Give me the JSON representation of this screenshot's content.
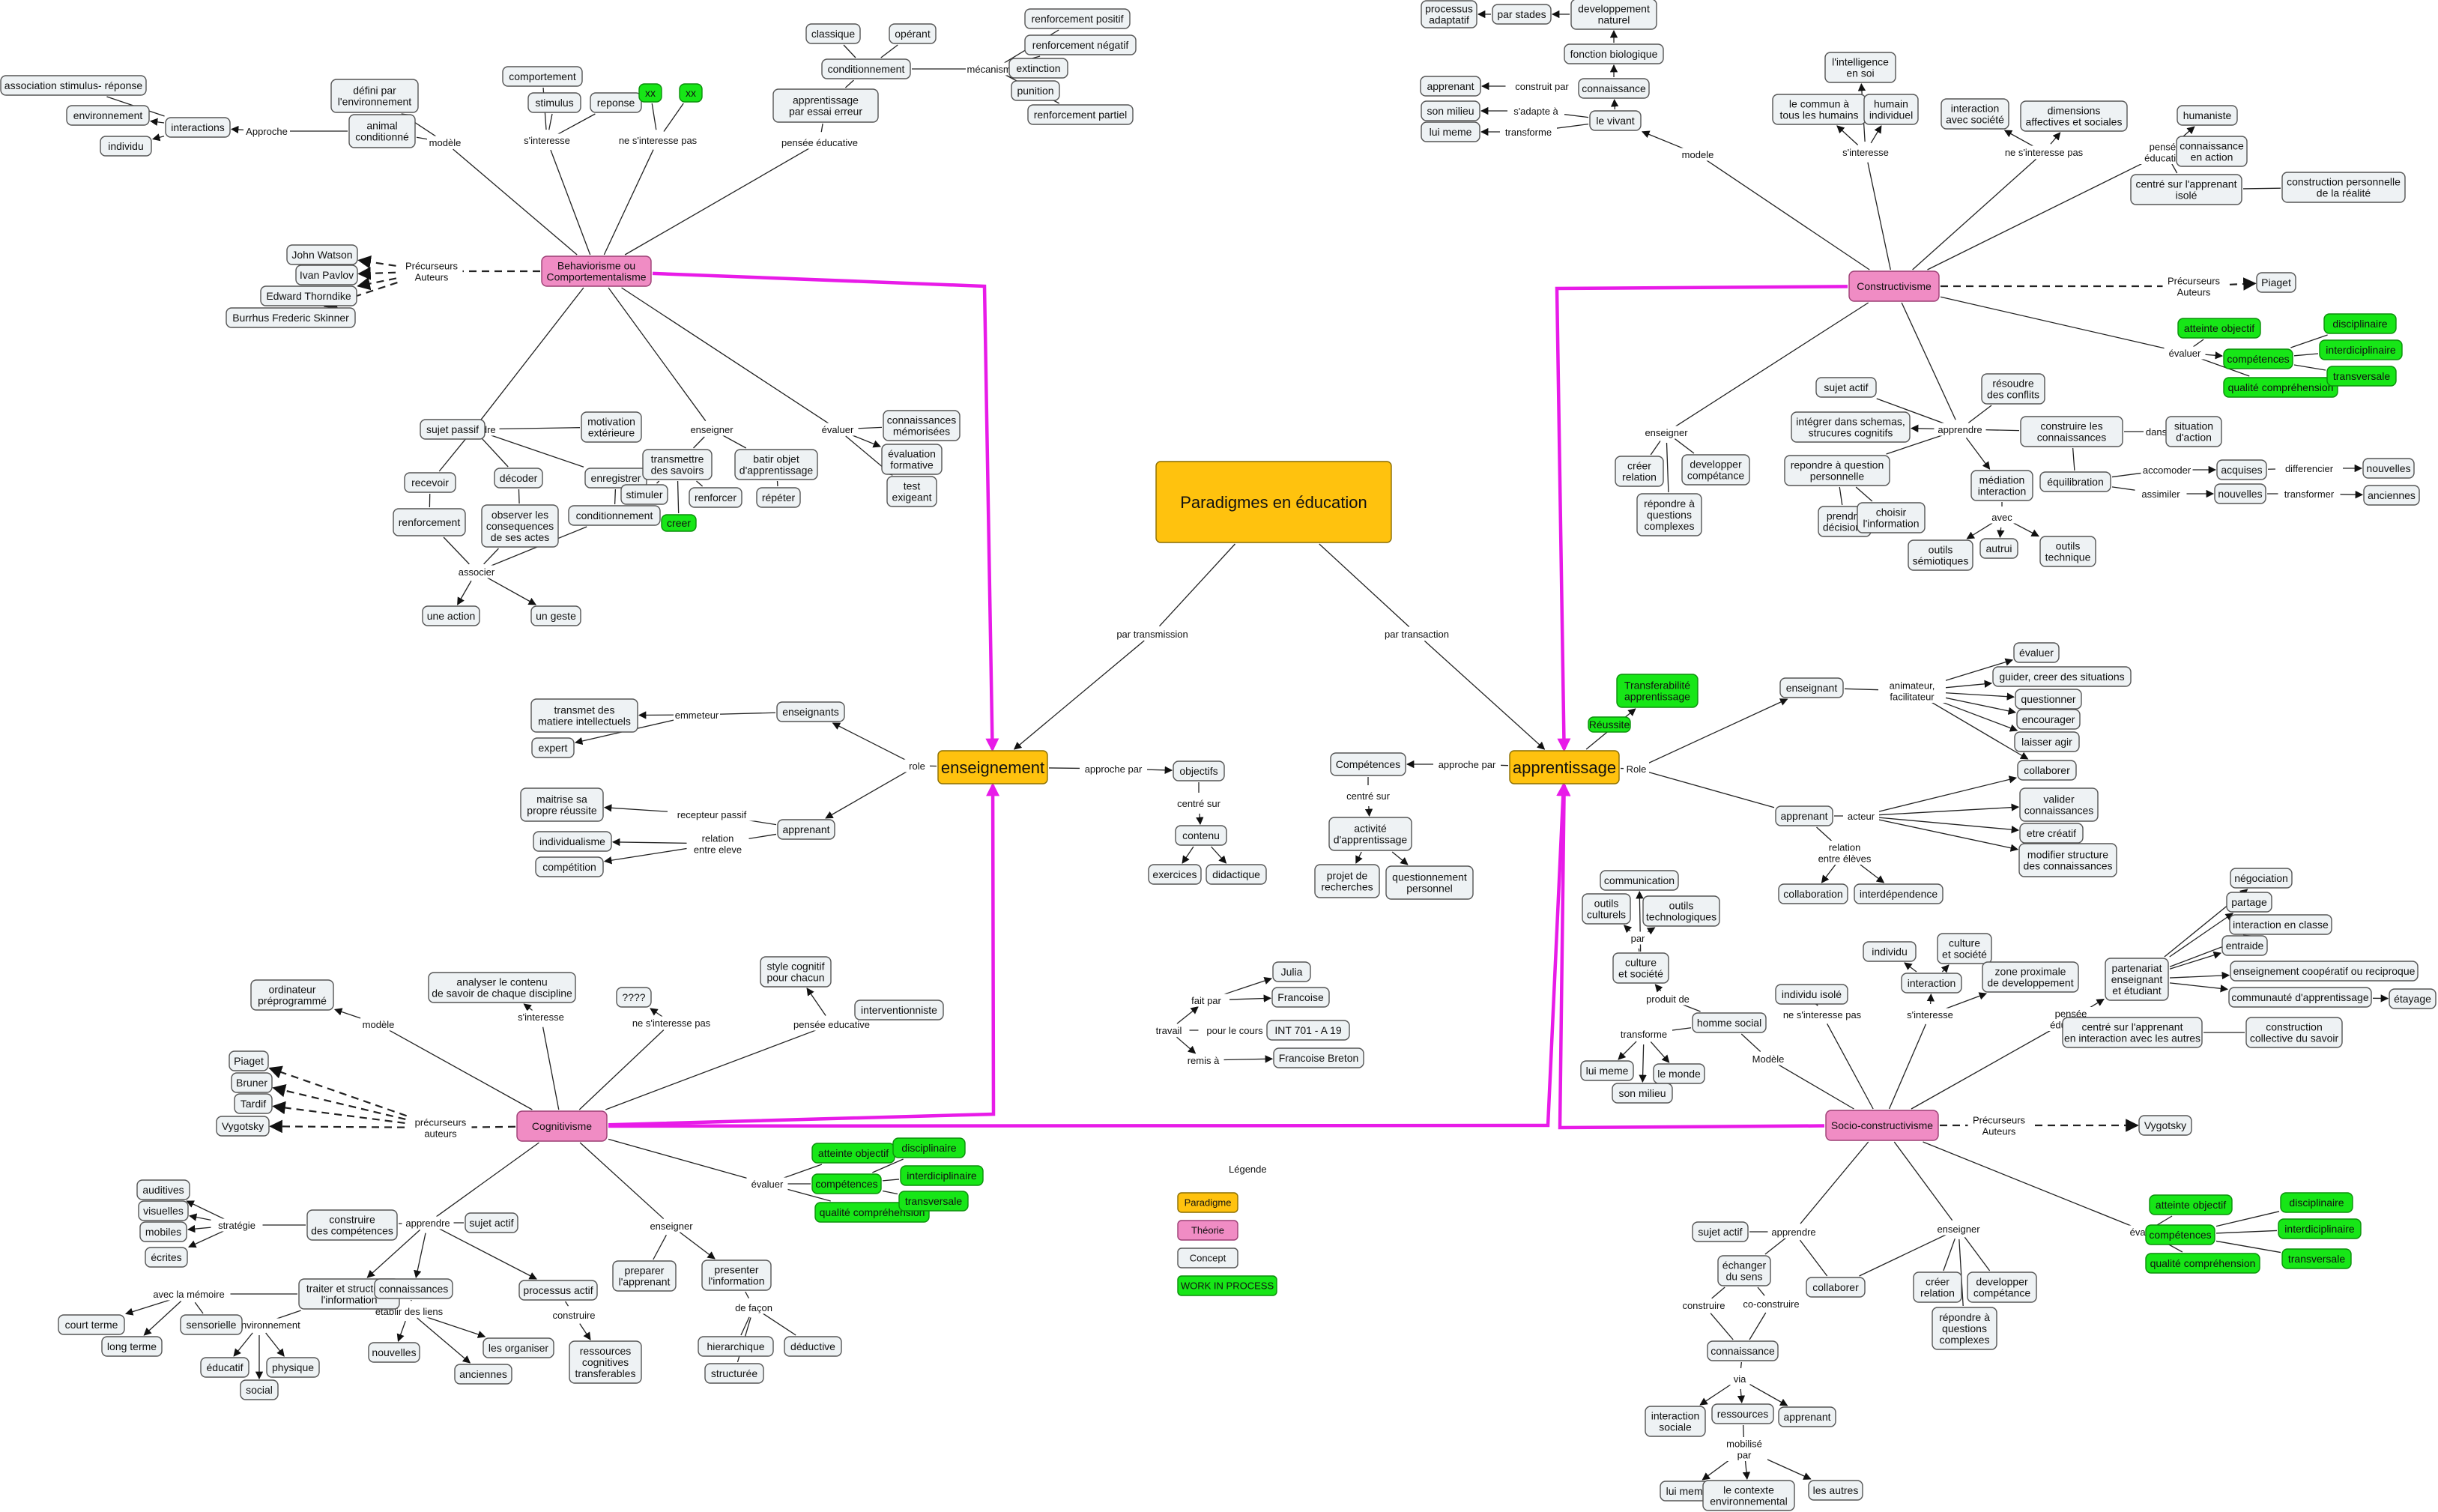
{
  "title": "Paradigmes en éducation",
  "colors": {
    "paradigme": "#ffc20e",
    "theorie": "#f08cc4",
    "concept": "#eef2f4",
    "wip": "#17e617",
    "highlight": "#e81be8"
  },
  "legend": {
    "heading": "Légende",
    "items": [
      "Paradigme",
      "Théorie",
      "Concept",
      "WORK IN PROCESS"
    ]
  },
  "nodes": {
    "root": "Paradigmes en éducation",
    "enseignement": "enseignement",
    "apprentissage": "apprentissage",
    "beh": "Behaviorisme ou\nComportementalisme",
    "cog": "Cognitivisme",
    "cons": "Constructivisme",
    "soc": "Socio-constructivisme",
    "e_enseignants": "enseignants",
    "e_transmet": "transmet des\nmatiere intellectuels",
    "e_expert": "expert",
    "e_apprenant": "apprenant",
    "e_maitrise": "maitrise sa\npropre réussite",
    "e_individualisme": "individualisme",
    "e_competition": "compétition",
    "e_objectifs": "objectifs",
    "e_contenu": "contenu",
    "e_exercices": "exercices",
    "e_didactique": "didactique",
    "a_competences": "Compétences",
    "a_activite": "activité\nd'apprentissage",
    "a_projet": "projet de\nrecherches",
    "a_questionnement": "questionnement\npersonnel",
    "a_transfer": "Transferabilité\napprentissage",
    "a_reussite": "Réussite",
    "a_enseignant": "enseignant",
    "a_evaluer": "évaluer",
    "a_guider": "guider, creer des situations",
    "a_questionner": "questionner",
    "a_encourager": "encourager",
    "a_laisser": "laisser agir",
    "a_collaborer": "collaborer",
    "a_apprenant": "apprenant",
    "a_valider": "valider\nconnaissances",
    "a_creatif": "etre créatif",
    "a_modifier": "modifier structure\ndes connaissances",
    "a_collaboration": "collaboration",
    "a_interdependence": "interdépendence",
    "t_julia": "Julia",
    "t_francoise": "Francoise",
    "t_int": "INT 701 - A 19",
    "t_breton": "Francoise Breton",
    "b_watson": "John Watson",
    "b_pavlov": "Ivan Pavlov",
    "b_thorndike": "Edward Thorndike",
    "b_skinner": "Burrhus Frederic Skinner",
    "b_assoc": "association stimulus- réponse",
    "b_env": "environnement",
    "b_individu": "individu",
    "b_interactions": "interactions",
    "b_defini": "défini par\nl'environnement",
    "b_animal": "animal\nconditionné",
    "b_comportement": "comportement",
    "b_stimulus": "stimulus",
    "b_reponse": "reponse",
    "b_xx1": "xx",
    "b_xx2": "xx",
    "b_classique": "classique",
    "b_operant": "opérant",
    "b_conditionnement": "conditionnement",
    "b_renf_pos": "renforcement positif",
    "b_renf_neg": "renforcement négatif",
    "b_extinction": "extinction",
    "b_punition": "punition",
    "b_renf_part": "renforcement partiel",
    "b_essai": "apprentissage\npar essai erreur",
    "b_sujet": "sujet passif",
    "b_motivation": "motivation\nextérieure",
    "b_recevoir": "recevoir",
    "b_decoder": "décoder",
    "b_enregistrer": "enregistrer",
    "b_renforcement": "renforcement",
    "b_observer": "observer les\nconsequences\nde ses actes",
    "b_cond2": "conditionnement",
    "b_action": "une action",
    "b_geste": "un geste",
    "b_transmettre": "transmettre\ndes savoirs",
    "b_batir": "batir objet\nd'apprentissage",
    "b_stimuler": "stimuler",
    "b_creer": "creer",
    "b_renforcer": "renforcer",
    "b_repeter": "répéter",
    "b_connaissances_mem": "connaissances\nmémorisées",
    "b_eval_form": "évaluation\nformative",
    "b_test": "test\nexigeant",
    "c_ordinateur": "ordinateur\npréprogrammé",
    "c_analyser": "analyser le contenu\nde savoir de chaque discipline",
    "c_q": "????",
    "c_style": "style cognitif\npour chacun",
    "c_interventionniste": "interventionniste",
    "c_piaget": "Piaget",
    "c_bruner": "Bruner",
    "c_tardif": "Tardif",
    "c_vygotsky": "Vygotsky",
    "c_auditives": "auditives",
    "c_visuelles": "visuelles",
    "c_mobiles": "mobiles",
    "c_ecrites": "écrites",
    "c_construire": "construire\ndes compétences",
    "c_sujet": "sujet actif",
    "c_traiter": "traiter et structurer\nl'information",
    "c_connaissances": "connaissances",
    "c_processus": "processus actif",
    "c_court": "court terme",
    "c_sensorielle": "sensorielle",
    "c_long": "long terme",
    "c_educatif": "éducatif",
    "c_physique": "physique",
    "c_social": "social",
    "c_nouvelles": "nouvelles",
    "c_anciennes": "anciennes",
    "c_organiser": "les organiser",
    "c_ressources": "ressources\ncognitives\ntransferables",
    "c_preparer": "preparer\nl'apprenant",
    "c_presenter": "presenter\nl'information",
    "c_hierarchique": "hierarchique",
    "c_deductive": "déductive",
    "c_structuree": "structurée",
    "c_atteinte": "atteinte objectif",
    "c_competences": "compétences",
    "c_qualite": "qualité compréhension",
    "c_disciplinaire": "disciplinaire",
    "c_interdisciplinaire": "interdiciplinaire",
    "c_transversale": "transversale",
    "k_processus": "processus\nadaptatif",
    "k_stades": "par stades",
    "k_developpement": "developpement\nnaturel",
    "k_fonction": "fonction biologique",
    "k_connaissance": "connaissance",
    "k_apprenant": "apprenant",
    "k_milieu": "son milieu",
    "k_luimeme": "lui meme",
    "k_vivant": "le vivant",
    "k_intelligence": "l'intelligence\nen soi",
    "k_commun": "le commun à\ntous les humains",
    "k_humain": "humain\nindividuel",
    "k_interaction": "interaction\navec société",
    "k_dimensions": "dimensions\naffectives et sociales",
    "k_humaniste": "humaniste",
    "k_connaissance_action": "connaissance\nen action",
    "k_centre": "centré sur l'apprenant\nisolé",
    "k_construction": "construction personnelle\nde la réalité",
    "k_piaget": "Piaget",
    "k_atteinte": "atteinte objectif",
    "k_competences": "compétences",
    "k_qualite": "qualité compréhension",
    "k_disciplinaire": "disciplinaire",
    "k_interdisciplinaire": "interdiciplinaire",
    "k_transversale": "transversale",
    "k_sujet": "sujet actif",
    "k_integrer": "intégrer dans schemas,\nstrucures cognitifs",
    "k_resoudre": "résoudre\ndes conflits",
    "k_construire": "construire les\nconnaissances",
    "k_situation": "situation\nd'action",
    "k_repondre": "repondre à question\npersonnelle",
    "k_mediation": "médiation\ninteraction",
    "k_equilibration": "équilibration",
    "k_acquises": "acquises",
    "k_nouvelles": "nouvelles",
    "k_nouvelles2": "nouvelles",
    "k_anciennes": "anciennes",
    "k_prendre": "prendre\ndécisions",
    "k_choisir": "choisir\nl'information",
    "k_outils_sem": "outils\nsémiotiques",
    "k_autrui": "autrui",
    "k_outils_tech": "outils\ntechnique",
    "k_creer": "créer\nrelation",
    "k_developper": "developper\ncompétance",
    "k_repondre2": "répondre à\nquestions\ncomplexes",
    "s_communication": "communication",
    "s_outils_cult": "outils\nculturels",
    "s_outils_tech": "outils\ntechnologiques",
    "s_culture": "culture\net société",
    "s_homme": "homme social",
    "s_luimeme": "lui meme",
    "s_monde": "le monde",
    "s_milieu": "son milieu",
    "s_isole": "individu isolé",
    "s_individu": "individu",
    "s_culture2": "culture\net société",
    "s_interaction": "interaction",
    "s_zone": "zone proximale\nde developpement",
    "s_partenariat": "partenariat\nenseignant\net étudiant",
    "s_negociation": "négociation",
    "s_partage": "partage",
    "s_inter_classe": "interaction en classe",
    "s_entraide": "entraide",
    "s_enseignement_coop": "enseignement coopératif ou reciproque",
    "s_communaute": "communauté d'apprentissage",
    "s_etayage": "étayage",
    "s_centre": "centré sur l'apprenant\nen interaction avec les autres",
    "s_construction": "construction\ncollective du savoir",
    "s_vygotsky": "Vygotsky",
    "s_sujet": "sujet actif",
    "s_echanger": "échanger\ndu sens",
    "s_collaborer": "collaborer",
    "s_creer": "créer\nrelation",
    "s_developper": "developper\ncompétance",
    "s_repondre": "répondre à\nquestions\ncomplexes",
    "s_connaissance": "connaissance",
    "s_inter_sociale": "interaction\nsociale",
    "s_ressources": "ressources",
    "s_apprenant": "apprenant",
    "s_luimeme2": "lui meme",
    "s_contexte": "le contexte\nenvironnemental",
    "s_autres": "les autres",
    "s_atteinte": "atteinte objectif",
    "s_competences": "compétences",
    "s_qualite": "qualité compréhension",
    "s_disciplinaire": "disciplinaire",
    "s_interdisciplinaire": "interdiciplinaire",
    "s_transversale": "transversale"
  },
  "labels": {
    "par_transmission": "par transmission",
    "par_transaction": "par transaction",
    "role_e": "role",
    "emmeteur": "emmeteur",
    "recepteur": "recepteur passif",
    "relation_eleve": "relation\nentre eleve",
    "approche_e": "approche par",
    "centre_e": "centré sur",
    "approche_a": "approche par",
    "centre_a": "centré sur",
    "role_a": "Role",
    "animateur": "animateur,\nfacilitateur",
    "acteur": "acteur",
    "relation_eleves": "relation\nentre élèves",
    "travail": "travail",
    "fait_par": "fait par",
    "pour_cours": "pour le cours",
    "remis_a": "remis à",
    "b_precurseurs": "Précurseurs\nAuteurs",
    "b_approche": "Approche",
    "b_modele": "modèle",
    "b_interesse": "s'interesse",
    "b_ne_interesse": "ne s'interesse pas",
    "b_mecanismes": "mécanismes",
    "b_pensee": "pensée éducative",
    "b_apprendre": "apprendre",
    "b_associer": "associer",
    "b_enseigner": "enseigner",
    "b_evaluer": "évaluer",
    "c_modele": "modèle",
    "c_interesse": "s'interesse",
    "c_ne_interesse": "ne s'interesse pas",
    "c_pensee": "pensée educative",
    "c_precurseurs": "précurseurs\nauteurs",
    "c_strategie": "stratégie",
    "c_apprendre": "apprendre",
    "c_memoire": "avec la mémoire",
    "c_environnement": "de l'environnement",
    "c_etablir": "établir des liens",
    "c_construire": "construire",
    "c_enseigner": "enseigner",
    "c_facon": "de façon",
    "c_evaluer": "évaluer",
    "k_construit": "construit par",
    "k_adapte": "s'adapte à",
    "k_transforme": "transforme",
    "k_modele": "modele",
    "k_interesse": "s'interesse",
    "k_ne_interesse": "ne s'interesse pas",
    "k_pensee": "pensée\néducative",
    "k_precurseurs": "Précurseurs\nAuteurs",
    "k_evaluer": "évaluer",
    "k_enseigner": "enseigner",
    "k_apprendre": "apprendre",
    "k_dans": "dans",
    "k_accomoder": "accomoder",
    "k_assimiler": "assimiler",
    "k_differencier": "differencier",
    "k_transformer": "transformer",
    "k_avec": "avec",
    "s_par": "par",
    "s_produit": "produit de",
    "s_transforme": "transforme",
    "s_modele": "Modèle",
    "s_ne_interesse": "ne s'interesse pas",
    "s_interesse": "s'interesse",
    "s_pensee": "pensée\néducative",
    "s_precurseurs": "Précurseurs\nAuteurs",
    "s_apprendre": "apprendre",
    "s_enseigner": "enseigner",
    "s_evaluer": "évaluer",
    "s_construire": "construire",
    "s_co": "co-construire",
    "s_via": "via",
    "s_mobilise": "mobilisé\npar"
  }
}
